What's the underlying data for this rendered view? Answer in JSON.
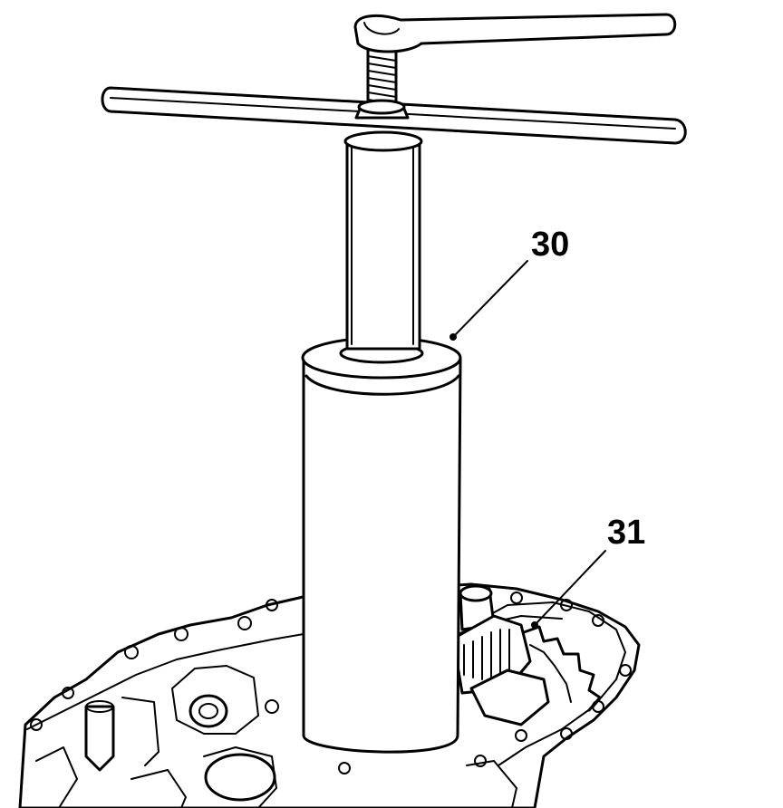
{
  "callouts": [
    {
      "id": "30",
      "label": "30"
    },
    {
      "id": "31",
      "label": "31"
    }
  ]
}
